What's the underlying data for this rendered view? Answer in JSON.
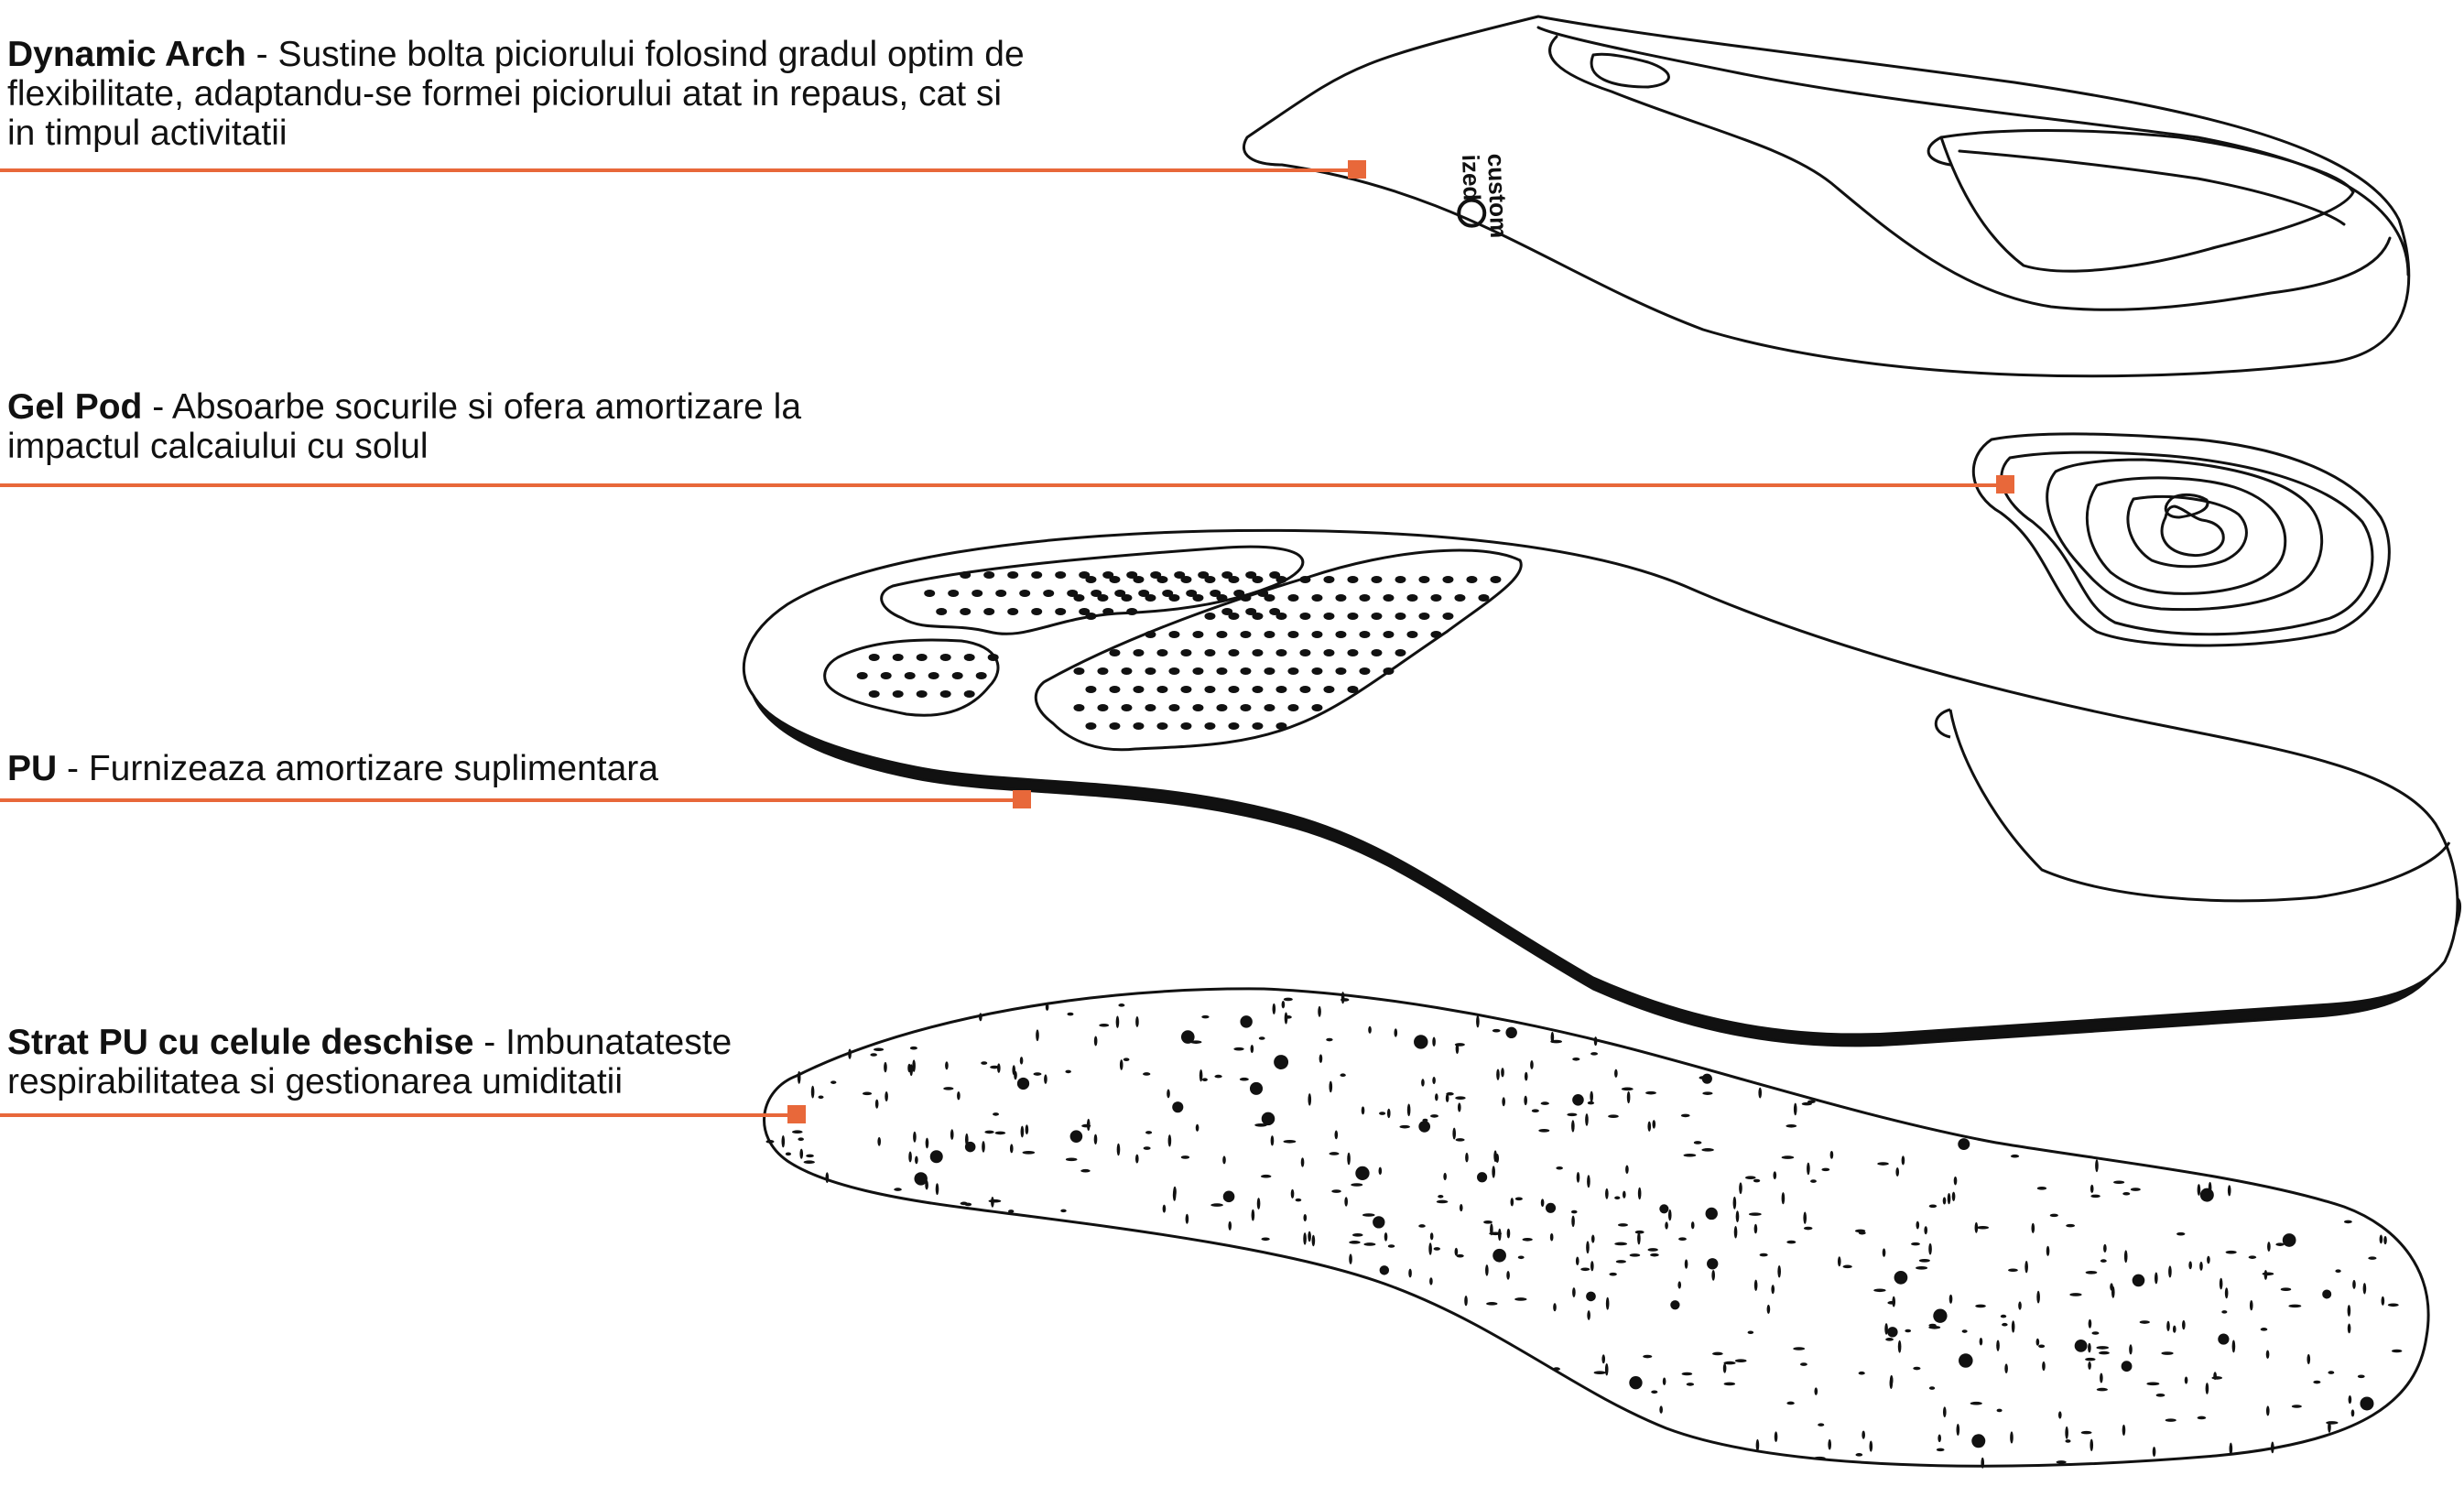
{
  "accent_color": "#e8683a",
  "ink_color": "#111111",
  "brand_mark": "customized",
  "layers": [
    {
      "id": "dynamic-arch",
      "title": "Dynamic Arch",
      "separator": " - ",
      "description": "Sustine bolta piciorului folosind gradul optim de flexibilitate, adaptandu-se formei piciorului atat in repaus, cat si in timpul activitatii"
    },
    {
      "id": "gel-pod",
      "title": "Gel Pod",
      "separator": " - ",
      "description": "Absoarbe socurile si ofera amortizare la impactul calcaiului cu solul"
    },
    {
      "id": "pu",
      "title": "PU",
      "separator": " - ",
      "description": "Furnizeaza amortizare suplimentara"
    },
    {
      "id": "open-cell-pu",
      "title": "Strat PU cu celule deschise",
      "separator": " - ",
      "description": "Imbunatateste respirabilitatea si gestionarea umiditatii"
    }
  ]
}
